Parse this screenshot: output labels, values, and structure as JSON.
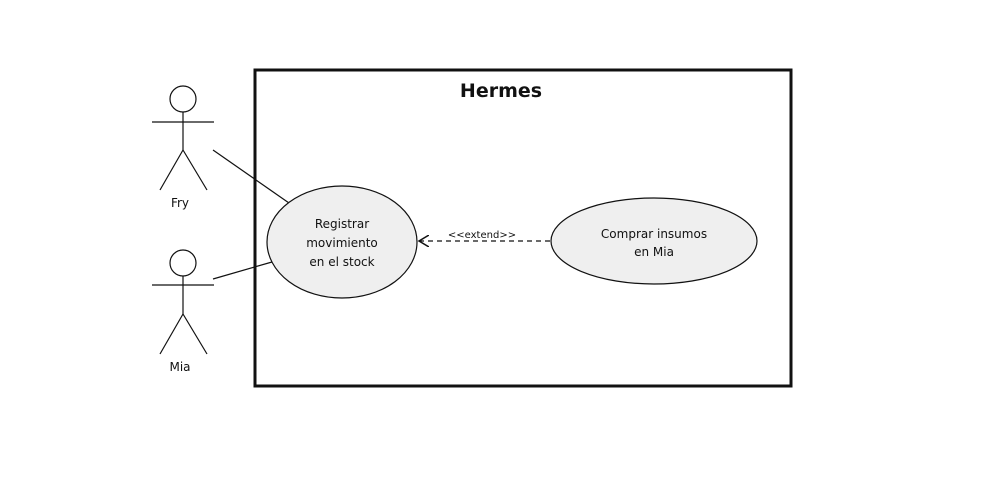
{
  "diagram": {
    "system": {
      "title": "Hermes"
    },
    "actors": [
      {
        "name": "Fry"
      },
      {
        "name": "Mia"
      }
    ],
    "use_cases": [
      {
        "lines": [
          "Registrar",
          "movimiento",
          "en el stock"
        ]
      },
      {
        "lines": [
          "Comprar insumos",
          "en Mia"
        ]
      }
    ],
    "relationships": [
      {
        "type": "association",
        "from": "Fry",
        "to": "Registrar movimiento en el stock"
      },
      {
        "type": "association",
        "from": "Mia",
        "to": "Registrar movimiento en el stock"
      },
      {
        "type": "extend",
        "label": "<<extend>>",
        "from": "Comprar insumos en Mia",
        "to": "Registrar movimiento en el stock"
      }
    ],
    "colors": {
      "use_case_fill": "#efefef",
      "stroke": "#111111",
      "background": "#ffffff"
    }
  }
}
